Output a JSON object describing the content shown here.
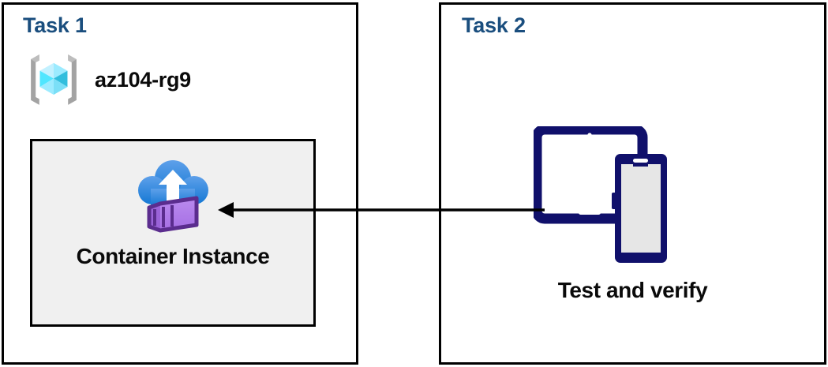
{
  "diagram": {
    "title_color": "#1A4E7E",
    "arrow_color": "#000000",
    "panel_border_color": "#000000",
    "card_fill_color": "#F0F0F0",
    "device_color": "#10106B",
    "container_purple": "#B07FE8",
    "container_outline": "#5B2D8E",
    "cloud_blue": "#2F8BE0",
    "rg_cube_cyan": "#50E6FF",
    "rg_bracket_gray": "#A3A3A3"
  },
  "panels": [
    {
      "id": "task1",
      "title": "Task 1",
      "resource_group": {
        "label": "az104-rg9",
        "icon": "azure-resource-group-icon"
      },
      "card": {
        "label": "Container Instance",
        "icon": "azure-container-instance-icon"
      }
    },
    {
      "id": "task2",
      "title": "Task 2",
      "device": {
        "label": "Test and verify",
        "icon": "tablet-and-phone-icon"
      }
    }
  ],
  "connector": {
    "name": "arrow-task2-to-container-instance",
    "direction": "right-to-left",
    "arrowhead": "left"
  }
}
